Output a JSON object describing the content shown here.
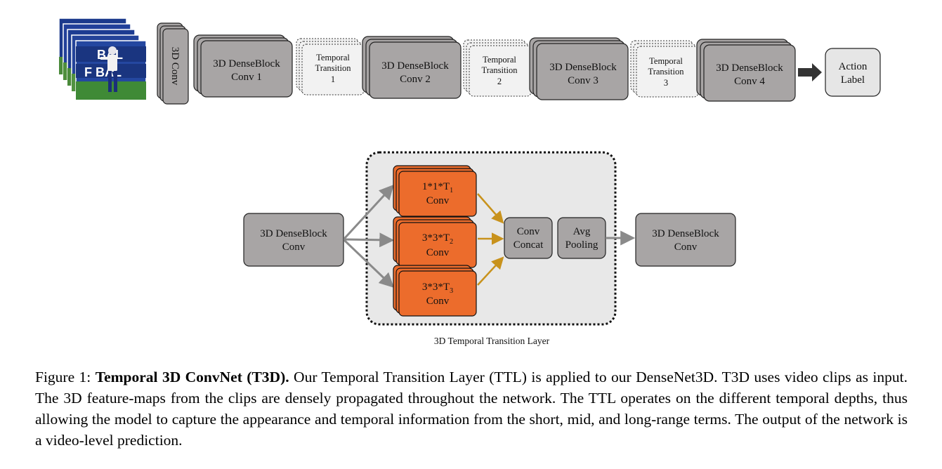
{
  "pipeline": {
    "conv3d": "3D Conv",
    "dense1": [
      "3D DenseBlock",
      "Conv 1"
    ],
    "tt1": [
      "Temporal",
      "Transition",
      "1"
    ],
    "dense2": [
      "3D DenseBlock",
      "Conv 2"
    ],
    "tt2": [
      "Temporal",
      "Transition",
      "2"
    ],
    "dense3": [
      "3D DenseBlock",
      "Conv 3"
    ],
    "tt3": [
      "Temporal",
      "Transition",
      "3"
    ],
    "dense4": [
      "3D DenseBlock",
      "Conv 4"
    ],
    "output": [
      "Action",
      "Label"
    ]
  },
  "ttl": {
    "input_block": [
      "3D DenseBlock",
      "Conv"
    ],
    "branch1": {
      "prefix": "1*1*T",
      "sub": "1",
      "label": "Conv"
    },
    "branch2": {
      "prefix": "3*3*T",
      "sub": "2",
      "label": "Conv"
    },
    "branch3": {
      "prefix": "3*3*T",
      "sub": "3",
      "label": "Conv"
    },
    "concat": [
      "Conv",
      "Concat"
    ],
    "pool": [
      "Avg",
      "Pooling"
    ],
    "output_block": [
      "3D DenseBlock",
      "Conv"
    ],
    "layer_title": "3D Temporal Transition Layer"
  },
  "caption": {
    "prefix": "Figure 1: ",
    "bold": "Temporal 3D ConvNet (T3D).",
    "body": " Our Temporal Transition Layer (TTL) is applied to our DenseNet3D. T3D uses video clips as input. The 3D feature-maps from the clips are densely propagated throughout the network. The TTL operates on the different temporal depths, thus allowing the model to capture the appearance and temporal information from the short, mid, and long-range terms. The output of the network is a video-level prediction."
  },
  "colors": {
    "block_gray": "#a8a5a5",
    "light_gray": "#e6e6e6",
    "orange": "#ec6c2c",
    "gold_arrow": "#c8921c",
    "gray_arrow": "#8a8a8a",
    "panel": "#e8e8e8"
  }
}
